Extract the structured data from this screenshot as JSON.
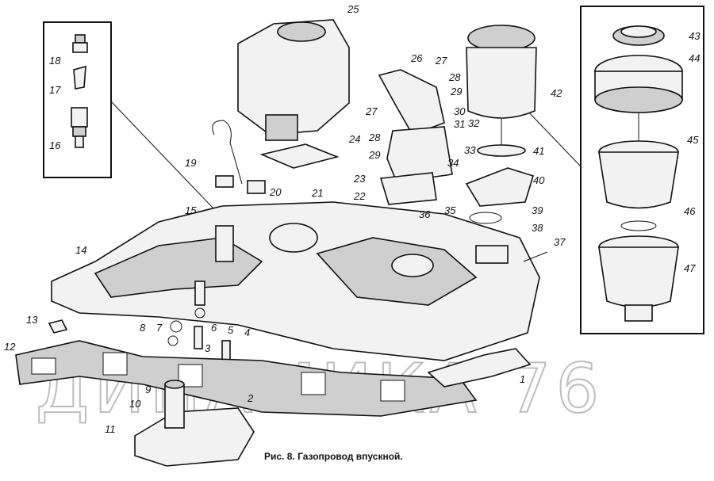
{
  "figure": {
    "caption": "Рис. 8. Газопровод впускной.",
    "watermark": "ДИНАМИКА 76"
  },
  "callouts": [
    "1",
    "2",
    "3",
    "4",
    "5",
    "6",
    "7",
    "8",
    "9",
    "10",
    "11",
    "12",
    "13",
    "14",
    "15",
    "16",
    "17",
    "18",
    "19",
    "20",
    "21",
    "22",
    "23",
    "24",
    "25",
    "26",
    "27",
    "27",
    "28",
    "28",
    "29",
    "29",
    "30",
    "31",
    "32",
    "33",
    "34",
    "35",
    "36",
    "37",
    "38",
    "39",
    "40",
    "41",
    "42",
    "43",
    "44",
    "45",
    "46",
    "47"
  ],
  "colors": {
    "ink": "#111111",
    "paper": "#ffffff",
    "watermark": "#bdbdbd"
  }
}
